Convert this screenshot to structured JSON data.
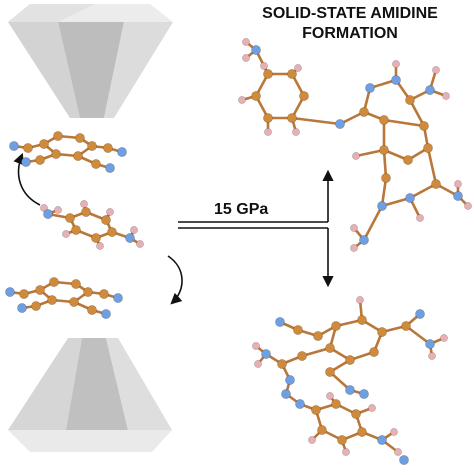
{
  "title_line1": "SOLID-STATE AMIDINE",
  "title_line2": "FORMATION",
  "pressure_label": "15 GPa",
  "colors": {
    "carbon": "#d08a3c",
    "nitrogen": "#6f9fe0",
    "hydrogen": "#e7b0b4",
    "bond": "#b9773a",
    "anvil_light": "#e6e6e6",
    "anvil_mid": "#cfcfcf",
    "anvil_dark": "#b5b5b5",
    "arrow": "#111111"
  }
}
